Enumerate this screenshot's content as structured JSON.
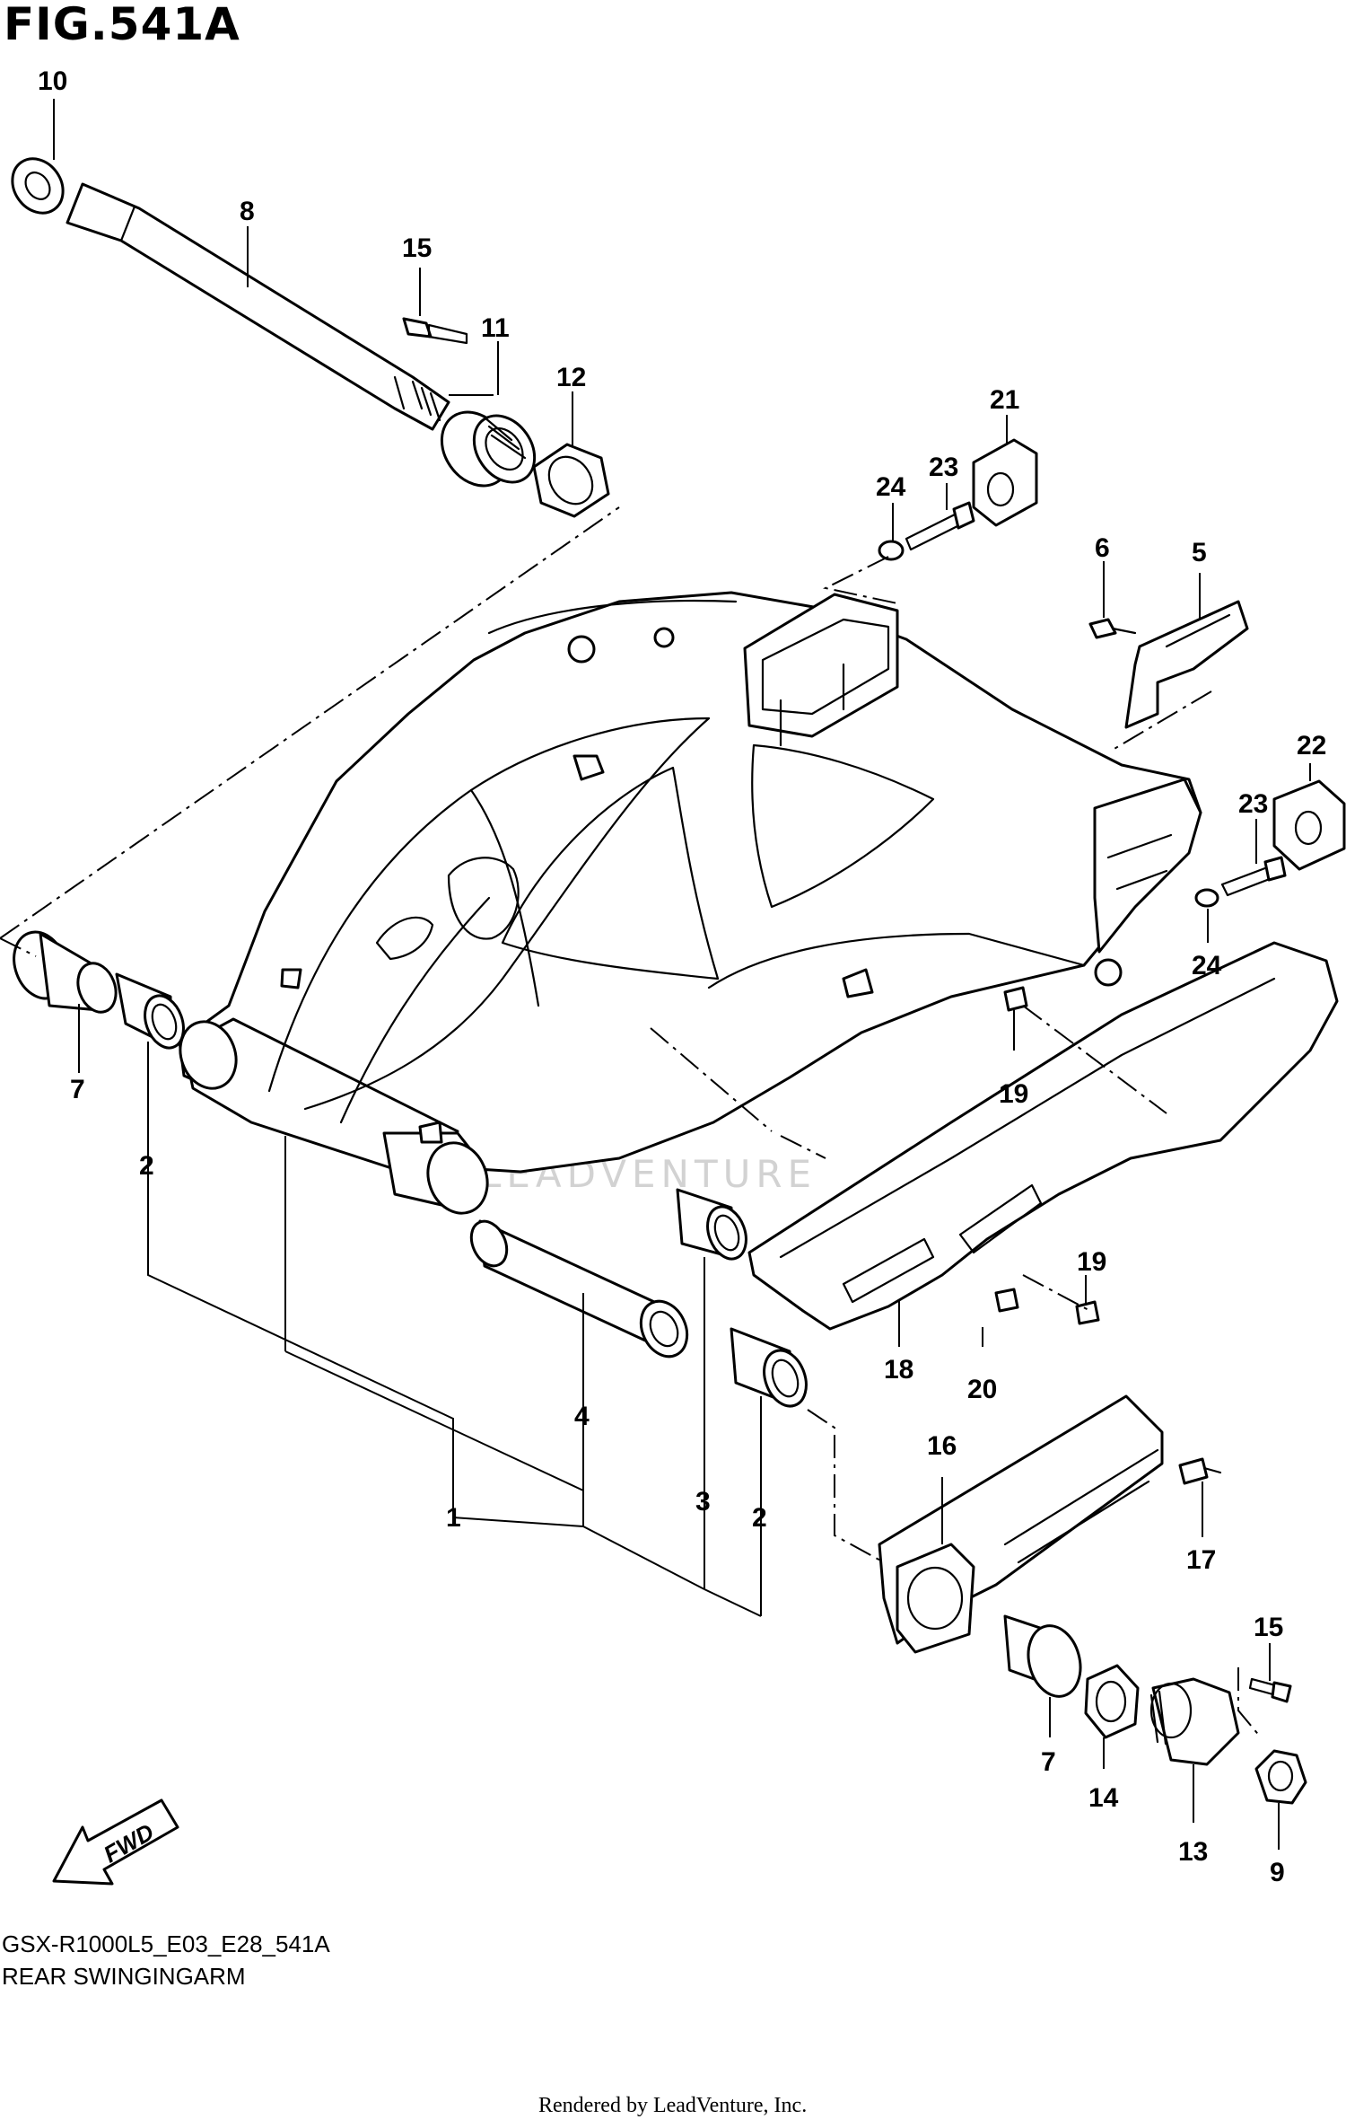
{
  "figure": {
    "title": "FIG.541A",
    "code": "GSX-R1000L5_E03_E28_541A",
    "subtitle": "REAR SWINGINGARM",
    "fwd_label": "FWD",
    "watermark": "LEADVENTURE",
    "rendered_by": "Rendered by LeadVenture, Inc."
  },
  "callouts": [
    "10",
    "8",
    "15",
    "11",
    "12",
    "21",
    "23",
    "24",
    "6",
    "5",
    "22",
    "23",
    "24",
    "7",
    "2",
    "19",
    "19",
    "18",
    "20",
    "4",
    "3",
    "2",
    "1",
    "16",
    "17",
    "15",
    "7",
    "14",
    "13",
    "9"
  ]
}
